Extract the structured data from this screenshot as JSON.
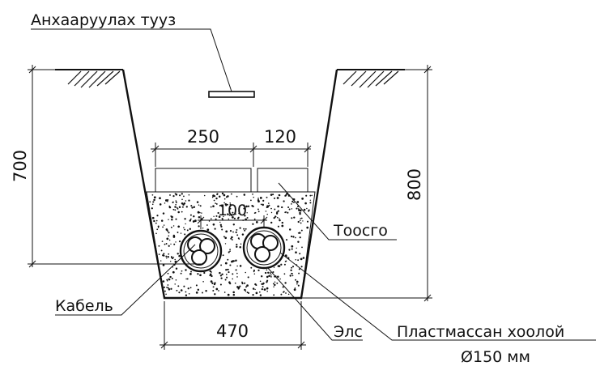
{
  "labels": {
    "warning_tape": "Анхааруулах тууз",
    "sand": "Тоосго",
    "cable": "Кабель",
    "filler": "Элс",
    "pipe": "Пластмассан хоолой",
    "pipe_diameter": "Ø150 мм"
  },
  "dimensions": {
    "brick_left": "250",
    "brick_right": "120",
    "pipe_spacing": "100",
    "depth_left": "700",
    "depth_right": "800",
    "bottom_width": "470"
  },
  "colors": {
    "line": "#111111",
    "background": "#ffffff"
  }
}
